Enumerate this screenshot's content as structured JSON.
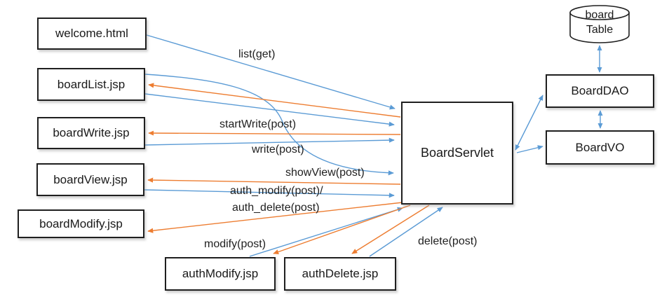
{
  "diagram_type": "web-application flow diagram",
  "colors": {
    "request_arrow_blue": "#5B9BD5",
    "response_arrow_orange": "#ED7D31",
    "box_border": "#1f1f1f",
    "box_fill": "#ffffff",
    "background": "#ffffff"
  },
  "nodes": {
    "welcome": {
      "label": "welcome.html"
    },
    "boardList": {
      "label": "boardList.jsp"
    },
    "boardWrite": {
      "label": "boardWrite.jsp"
    },
    "boardView": {
      "label": "boardView.jsp"
    },
    "boardModify": {
      "label": "boardModify.jsp"
    },
    "authModify": {
      "label": "authModify.jsp"
    },
    "authDelete": {
      "label": "authDelete.jsp"
    },
    "servlet": {
      "label": "BoardServlet"
    },
    "dao": {
      "label": "BoardDAO"
    },
    "vo": {
      "label": "BoardVO"
    },
    "table": {
      "label": "board\nTable"
    }
  },
  "edge_labels": {
    "list": "list(get)",
    "startWrite": "startWrite(post)",
    "write": "write(post)",
    "showView": "showView(post)",
    "auth_modify": "auth_modify(post)/",
    "auth_delete": "auth_delete(post)",
    "modify": "modify(post)",
    "delete": "delete(post)"
  },
  "edges": [
    {
      "from": "welcome.html",
      "to": "BoardServlet",
      "label": "list(get)",
      "type": "request-blue"
    },
    {
      "from": "boardList.jsp",
      "to": "BoardServlet",
      "label": "showView(post)",
      "type": "request-blue"
    },
    {
      "from": "boardList.jsp",
      "to": "BoardServlet",
      "label": "startWrite(post)",
      "type": "request-blue"
    },
    {
      "from": "boardWrite.jsp",
      "to": "BoardServlet",
      "label": "write(post)",
      "type": "request-blue"
    },
    {
      "from": "boardView.jsp",
      "to": "BoardServlet",
      "label": "auth_modify(post)/ auth_delete(post)",
      "type": "request-blue"
    },
    {
      "from": "authModify.jsp",
      "to": "BoardServlet",
      "label": "modify(post)",
      "type": "request-blue"
    },
    {
      "from": "authDelete.jsp",
      "to": "BoardServlet",
      "label": "delete(post)",
      "type": "request-blue"
    },
    {
      "from": "BoardServlet",
      "to": "boardList.jsp",
      "label": "",
      "type": "response-orange"
    },
    {
      "from": "BoardServlet",
      "to": "boardWrite.jsp",
      "label": "",
      "type": "response-orange"
    },
    {
      "from": "BoardServlet",
      "to": "boardView.jsp",
      "label": "",
      "type": "response-orange"
    },
    {
      "from": "BoardServlet",
      "to": "boardModify.jsp",
      "label": "",
      "type": "response-orange"
    },
    {
      "from": "BoardServlet",
      "to": "authModify.jsp",
      "label": "",
      "type": "response-orange"
    },
    {
      "from": "BoardServlet",
      "to": "authDelete.jsp",
      "label": "",
      "type": "response-orange"
    },
    {
      "from": "BoardServlet",
      "to": "BoardDAO",
      "label": "",
      "type": "bidirectional-blue"
    },
    {
      "from": "BoardServlet",
      "to": "BoardVO",
      "label": "",
      "type": "request-blue"
    },
    {
      "from": "board Table",
      "to": "BoardDAO",
      "label": "",
      "type": "bidirectional-blue"
    },
    {
      "from": "BoardDAO",
      "to": "BoardVO",
      "label": "",
      "type": "bidirectional-blue"
    }
  ]
}
